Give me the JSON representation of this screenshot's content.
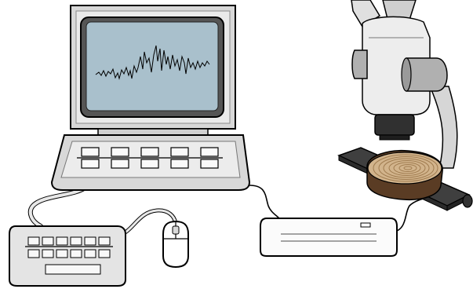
{
  "diagram": {
    "components": [
      "computer-monitor",
      "computer-base-unit",
      "keyboard",
      "mouse",
      "interface-box",
      "microscope",
      "measuring-stage",
      "wood-disc-sample"
    ],
    "screen_signal": "ring-width-signal"
  },
  "colors": {
    "outline": "#000000",
    "device_gray": "#d8d8d8",
    "screen": "#a9c0cc",
    "light_gray": "#ececec",
    "box_white": "#fbfbfb",
    "microscope_body": "#ededed",
    "microscope_dark": "#b0b0b0",
    "objective": "#303030",
    "stage": "#3f3f3f",
    "wood_top": "#d2b48c",
    "wood_rings": "#a07c50",
    "wood_bark": "#5a3c24"
  }
}
